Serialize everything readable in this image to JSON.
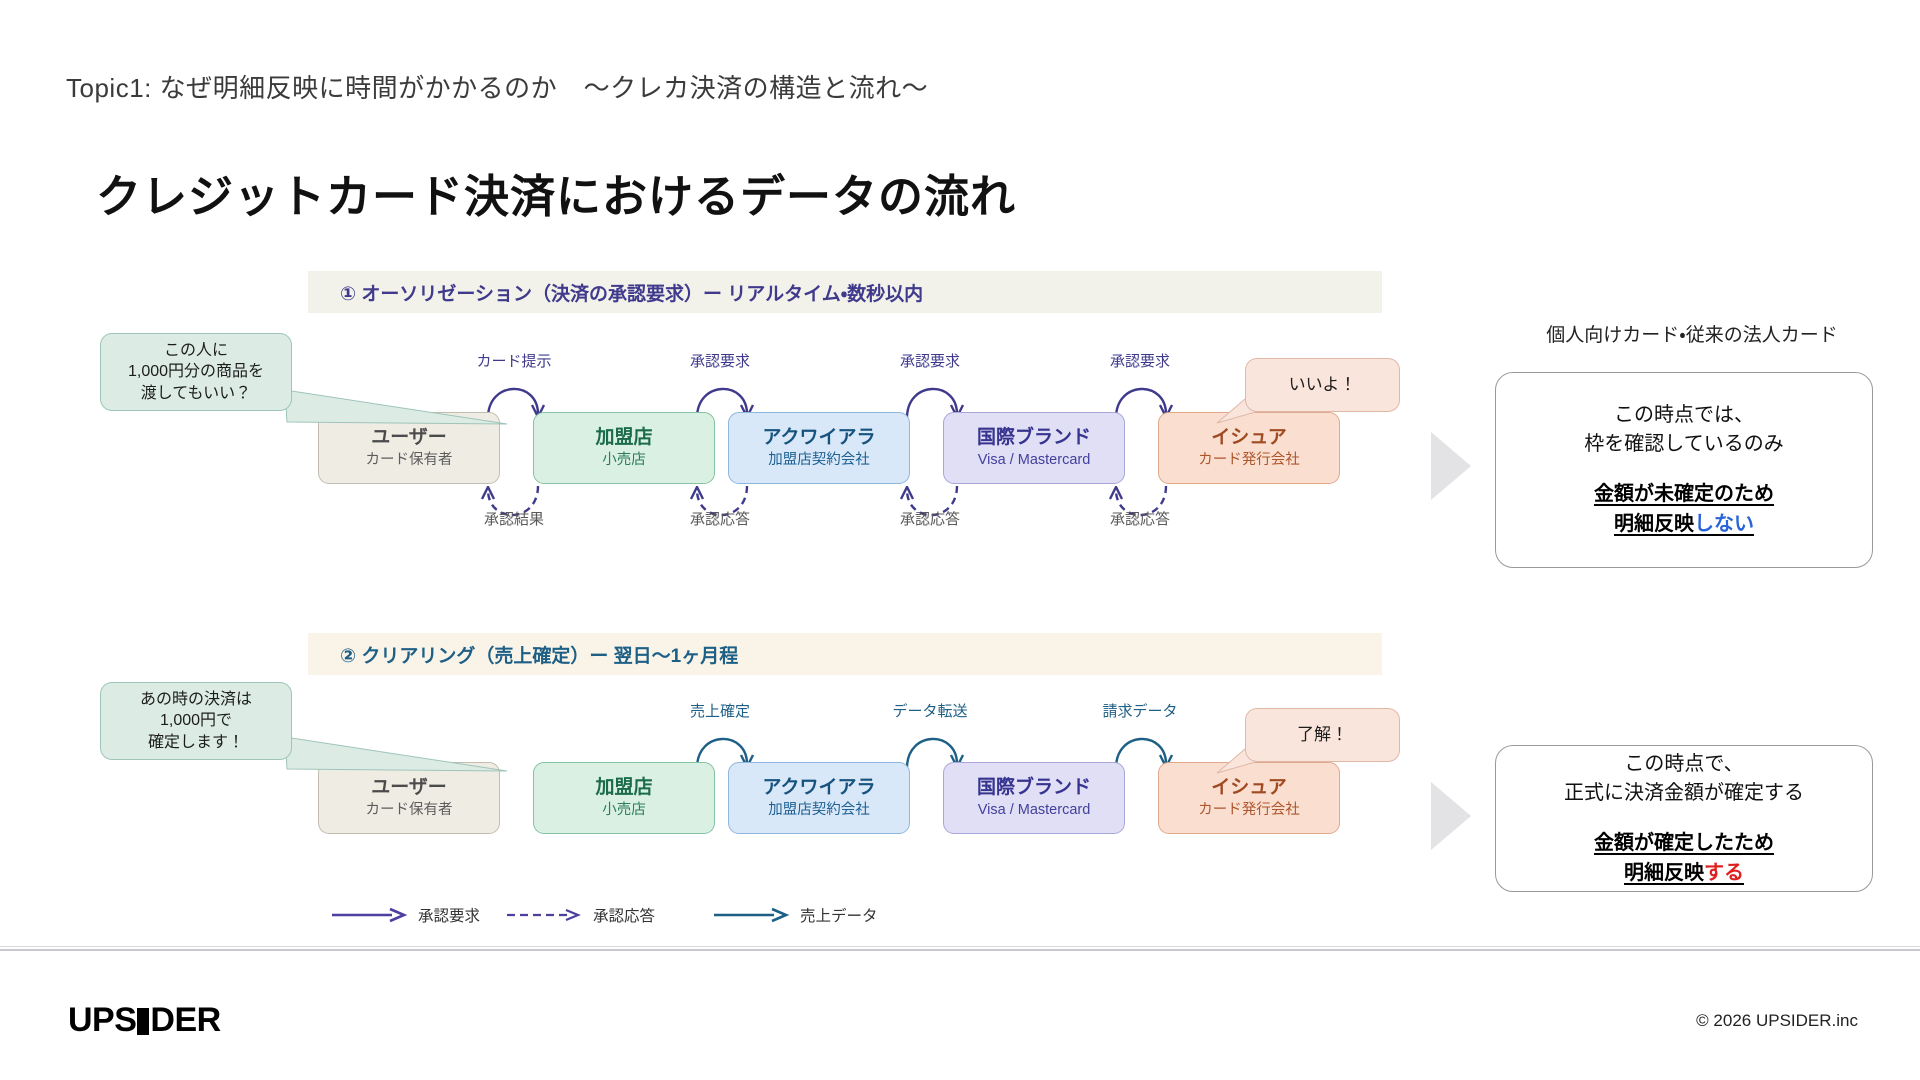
{
  "header": {
    "topic": "Topic1: なぜ明細反映に時間がかかるのか　〜クレカ決済の構造と流れ〜",
    "headline": "クレジットカード決済におけるデータの流れ"
  },
  "sections": [
    {
      "id": "authorization",
      "band_label": "① オーソリゼーション（決済の承認要求）ー リアルタイム・数秒以内",
      "band_bg": "#f3f2ea",
      "band_color": "#3f3a8c",
      "top_labels": [
        "カード提示",
        "承認要求",
        "承認要求",
        "承認要求"
      ],
      "bottom_labels": [
        "承認結果",
        "承認応答",
        "承認応答",
        "承認応答"
      ]
    },
    {
      "id": "clearing",
      "band_label": "② クリアリング（売上確定）ー 翌日〜1ヶ月程",
      "band_bg": "#faf4e8",
      "band_color": "#1e5f86",
      "top_labels": [
        "",
        "売上確定",
        "データ転送",
        "請求データ"
      ],
      "bottom_labels": [
        "",
        "",
        "",
        ""
      ]
    }
  ],
  "nodes": [
    {
      "key": "user",
      "title": "ユーザー",
      "sub": "カード保有者",
      "fill": "#efece4"
    },
    {
      "key": "merchant",
      "title": "加盟店",
      "sub": "小売店",
      "fill": "#d9f0e3"
    },
    {
      "key": "acquirer",
      "title": "アクワイアラ",
      "sub": "加盟店契約会社",
      "fill": "#d9e8f8"
    },
    {
      "key": "brand",
      "title": "国際ブランド",
      "sub": "Visa / Mastercard",
      "fill": "#e0dff5"
    },
    {
      "key": "issuer",
      "title": "イシュア",
      "sub": "カード発行会社",
      "fill": "#fadfd1"
    }
  ],
  "bubbles": {
    "auth_question": "この人に\n1,000円分の商品を\n渡してもいい？",
    "auth_answer": "いいよ！",
    "clearing_question": "あの時の決済は\n1,000円で\n確定します！",
    "clearing_answer": "了解！"
  },
  "right": {
    "caption": "個人向けカード・従来の法人カード",
    "panels": [
      {
        "body": "この時点では、\n枠を確認しているのみ",
        "strong_line1": "金額が未確定のため",
        "strong_prefix": "明細反映",
        "strong_highlight": "しない",
        "highlight_color": "#2864d8"
      },
      {
        "body": "この時点で、\n正式に決済金額が確定する",
        "strong_line1": "金額が確定したため",
        "strong_prefix": "明細反映",
        "strong_highlight": "する",
        "highlight_color": "#e02020"
      }
    ]
  },
  "legend": [
    {
      "label": "承認要求",
      "style": "solid",
      "color": "#4b3fa0"
    },
    {
      "label": "承認応答",
      "style": "dashed",
      "color": "#4b3fa0"
    },
    {
      "label": "売上データ",
      "style": "solid",
      "color": "#1e5f86"
    }
  ],
  "footer": {
    "logo_pre": "UPS",
    "logo_post": "DER",
    "copyright": "© 2026 UPSIDER.inc"
  }
}
